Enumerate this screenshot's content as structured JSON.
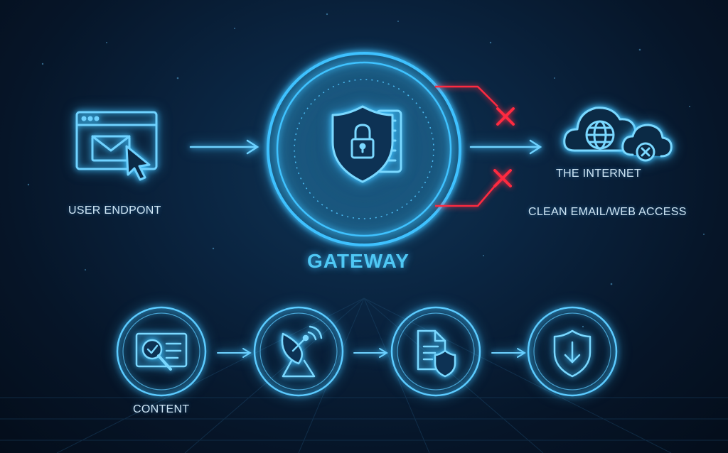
{
  "labels": {
    "user_endpoint": "USER ENDPONT",
    "gateway": "GATEWAY",
    "internet": "THE INTERNET",
    "clean_access": "CLEAN EMAIL/WEB ACCESS",
    "content": "CONTENT"
  },
  "icons": {
    "endpoint": "browser-envelope-cursor-icon",
    "gateway": "shield-lock-server-icon",
    "internet": "cloud-globe-icon",
    "blocked_cloud": "cloud-x-icon",
    "blocked_marker": "red-x-icon",
    "step1": "content-inspect-icon",
    "step2": "satellite-dish-icon",
    "step3": "document-shield-icon",
    "step4": "shield-download-icon"
  },
  "colors": {
    "accent": "#4fc8f5",
    "line": "#3fb8f0",
    "blocked": "#ff2a40",
    "background": "#07172a"
  }
}
